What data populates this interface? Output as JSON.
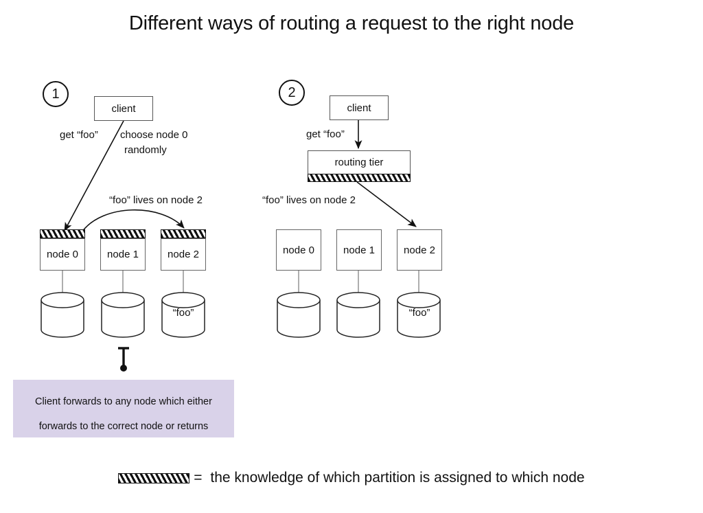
{
  "title": "Different ways of routing a request to the right node",
  "panels": [
    {
      "step": "1",
      "client_label": "client",
      "labels": [
        {
          "text": "get “foo”"
        },
        {
          "text": "choose node 0"
        },
        {
          "text": "randomly"
        },
        {
          "text": "“foo” lives on node 2"
        }
      ],
      "nodes": [
        {
          "label": "node 0",
          "has_knowledge": true,
          "store_label": ""
        },
        {
          "label": "node 1",
          "has_knowledge": true,
          "store_label": ""
        },
        {
          "label": "node 2",
          "has_knowledge": true,
          "store_label": "“foo”"
        }
      ]
    },
    {
      "step": "2",
      "client_label": "client",
      "routing_tier_label": "routing tier",
      "labels": [
        {
          "text": "get “foo”"
        },
        {
          "text": "“foo” lives on node 2"
        }
      ],
      "nodes": [
        {
          "label": "node 0",
          "has_knowledge": false,
          "store_label": ""
        },
        {
          "label": "node 1",
          "has_knowledge": false,
          "store_label": ""
        },
        {
          "label": "node 2",
          "has_knowledge": false,
          "store_label": "“foo”"
        }
      ]
    }
  ],
  "annotation": {
    "line1": "Client forwards to any node which either",
    "line2": "forwards to the correct node or returns"
  },
  "legend": {
    "equals": "=",
    "text": "the knowledge of which partition is assigned to which node"
  },
  "colors": {
    "annotation_background": "#d9d2e9",
    "stroke": "#111111",
    "box_border": "#666666",
    "page_background": "#ffffff"
  }
}
